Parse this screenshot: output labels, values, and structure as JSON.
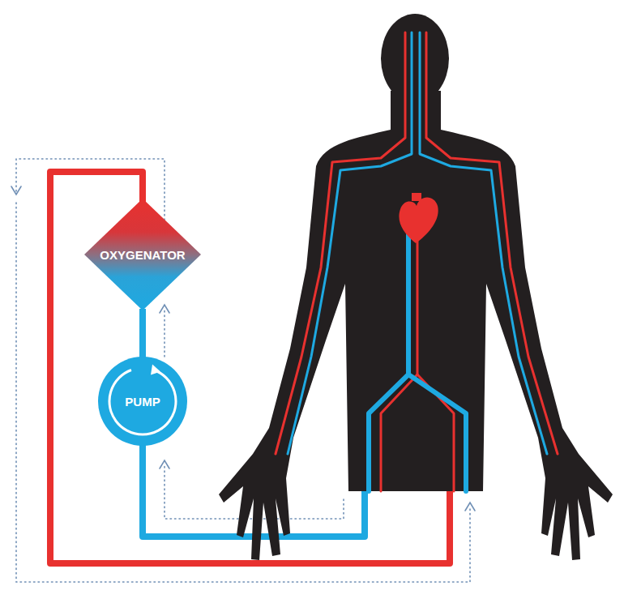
{
  "diagram": {
    "nodes": [
      {
        "text": [
          "OXYGENATOR"
        ]
      },
      {
        "text": [
          "PUMP"
        ]
      }
    ],
    "edges": [
      {
        "from": 1,
        "to": 0,
        "arrow": "none"
      }
    ]
  }
}
